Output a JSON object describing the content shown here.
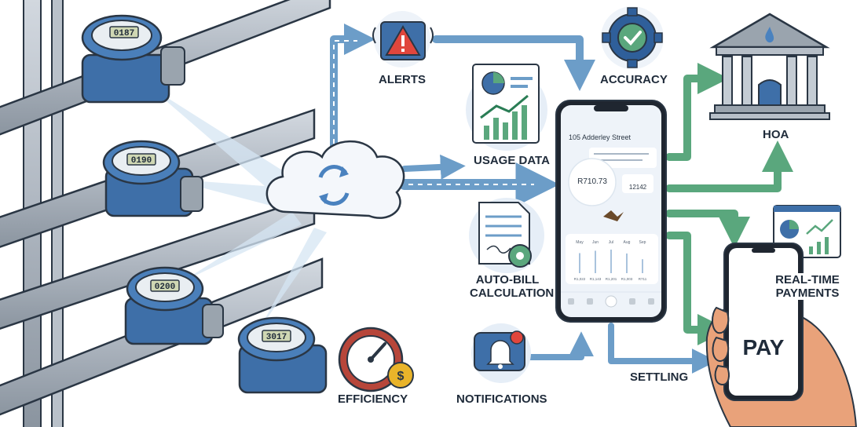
{
  "labels": {
    "alerts": "ALERTS",
    "accuracy": "ACCURACY",
    "hoa": "HOA",
    "usage_data": "USAGE DATA",
    "auto_bill_line1": "AUTO-BILL",
    "auto_bill_line2": "CALCULATION",
    "real_time_line1": "REAL-TIME",
    "real_time_line2": "PAYMENTS",
    "settling": "SETTLING",
    "notifications": "NOTIFICATIONS",
    "efficiency": "EFFICIENCY"
  },
  "phone": {
    "address": "105 Adderley Street",
    "amount": "R710.73",
    "reading": "12142",
    "months": [
      "May",
      "Jun",
      "Jul",
      "Aug",
      "Sep"
    ],
    "month_amounts": [
      "R1,022",
      "R1,143",
      "R1,201",
      "R1,003",
      "R711"
    ]
  },
  "pay_phone": {
    "pay_label": "PAY"
  },
  "meters": {
    "readings": [
      "0187",
      "0190",
      "0200",
      "3017"
    ]
  },
  "colors": {
    "pipe": "#aeb6c0",
    "meter_blue": "#3e6fa8",
    "flow_blue": "#6c9dc8",
    "flow_green": "#5aa77d",
    "outline": "#2a3644"
  }
}
